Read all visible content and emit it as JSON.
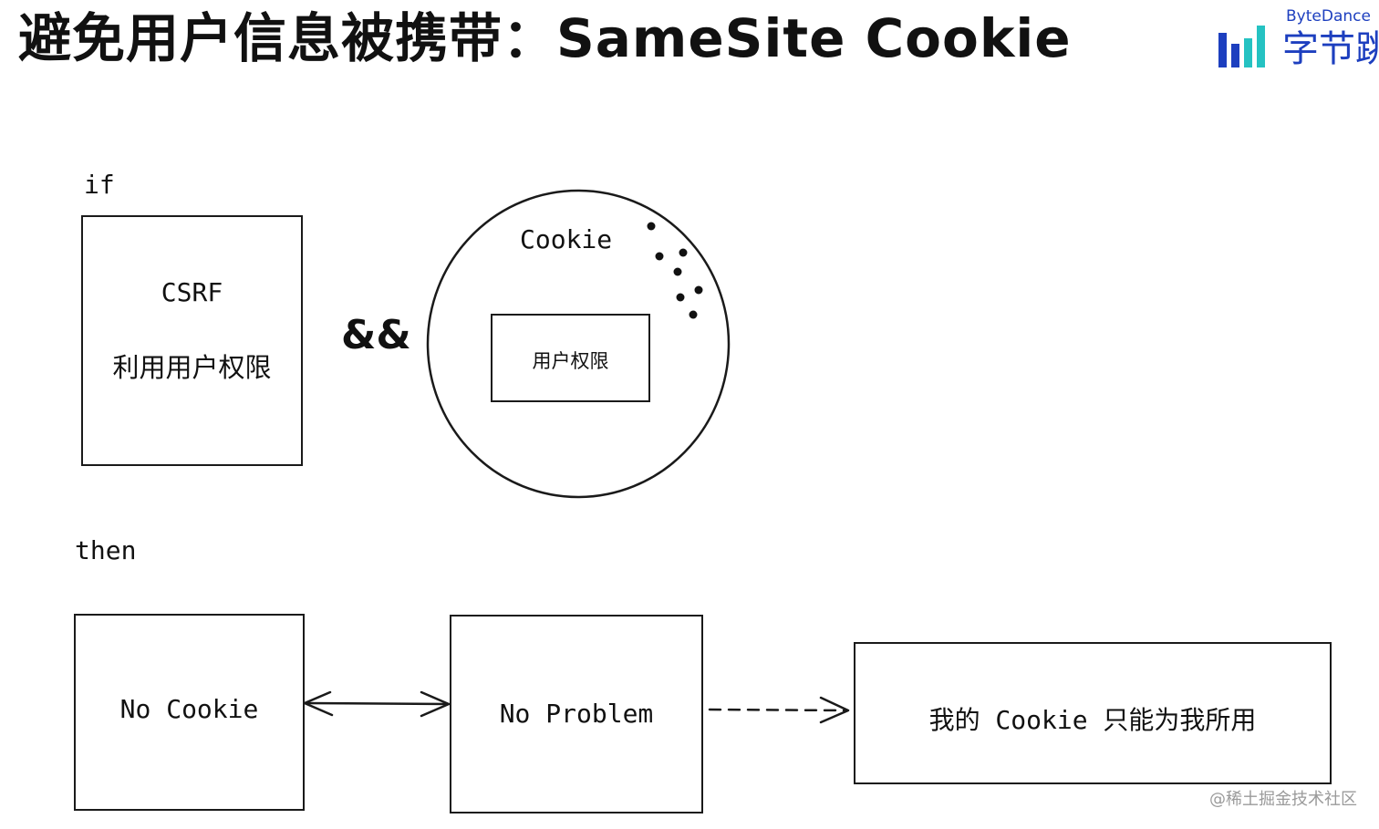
{
  "title": "避免用户信息被携带：SameSite Cookie",
  "logo": {
    "brand_en": "ByteDance",
    "brand_cn": "字节跳",
    "color": "#1d3fbf",
    "accent": "#25c2c2",
    "icon": "bytedance-logo-icon"
  },
  "diagram": {
    "if_label": "if",
    "then_label": "then",
    "operator": "&&",
    "csrf_box": {
      "line1": "CSRF",
      "line2": "利用用户权限"
    },
    "cookie_circle": {
      "label": "Cookie",
      "inner_box": "用户权限"
    },
    "no_cookie_box": "No Cookie",
    "no_problem_box": "No Problem",
    "result_box": "我的 Cookie 只能为我所用"
  },
  "watermark": "@稀土掘金技术社区"
}
